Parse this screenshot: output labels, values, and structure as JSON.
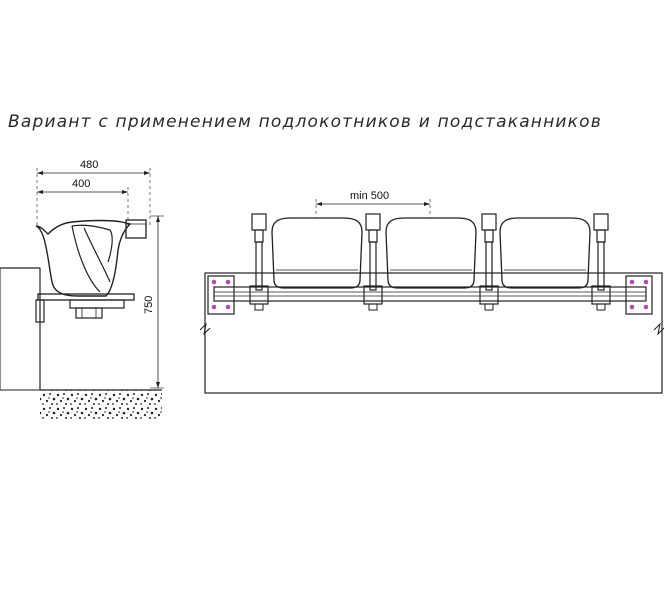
{
  "title": "Вариант с применением подлокотников и подстаканников",
  "side_view": {
    "dim_top": "480",
    "dim_second": "400",
    "dim_height": "750"
  },
  "front_view": {
    "dim_spacing": "min 500",
    "seat_count": 3
  },
  "colors": {
    "line": "#222222",
    "anchor": "#b04ab0",
    "seat_fill": "#ffffff",
    "aggregate": "#333333"
  }
}
